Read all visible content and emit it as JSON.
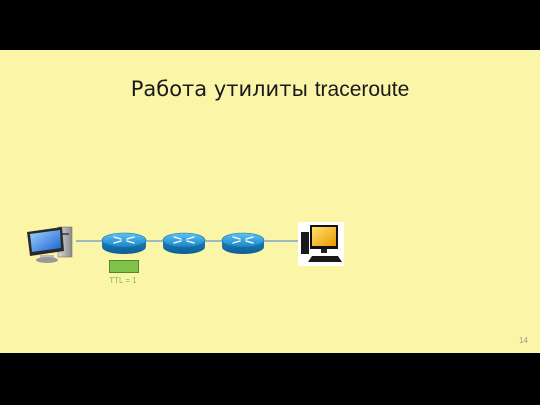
{
  "slide": {
    "title_prefix": "Работа утилиты ",
    "title_command": "traceroute",
    "page_number": "14"
  },
  "diagram": {
    "nodes": [
      {
        "type": "source-computer",
        "icon": "desktop-computer-icon"
      },
      {
        "type": "router",
        "icon": "router-icon"
      },
      {
        "type": "router",
        "icon": "router-icon"
      },
      {
        "type": "router",
        "icon": "router-icon"
      },
      {
        "type": "destination-computer",
        "icon": "desktop-computer-icon"
      }
    ],
    "packet": {
      "label": "TTL = 1",
      "color": "#7ec24a"
    },
    "colors": {
      "background": "#fbf5a8",
      "router": "#1f9ad6",
      "link": "#7fa6c9"
    }
  }
}
